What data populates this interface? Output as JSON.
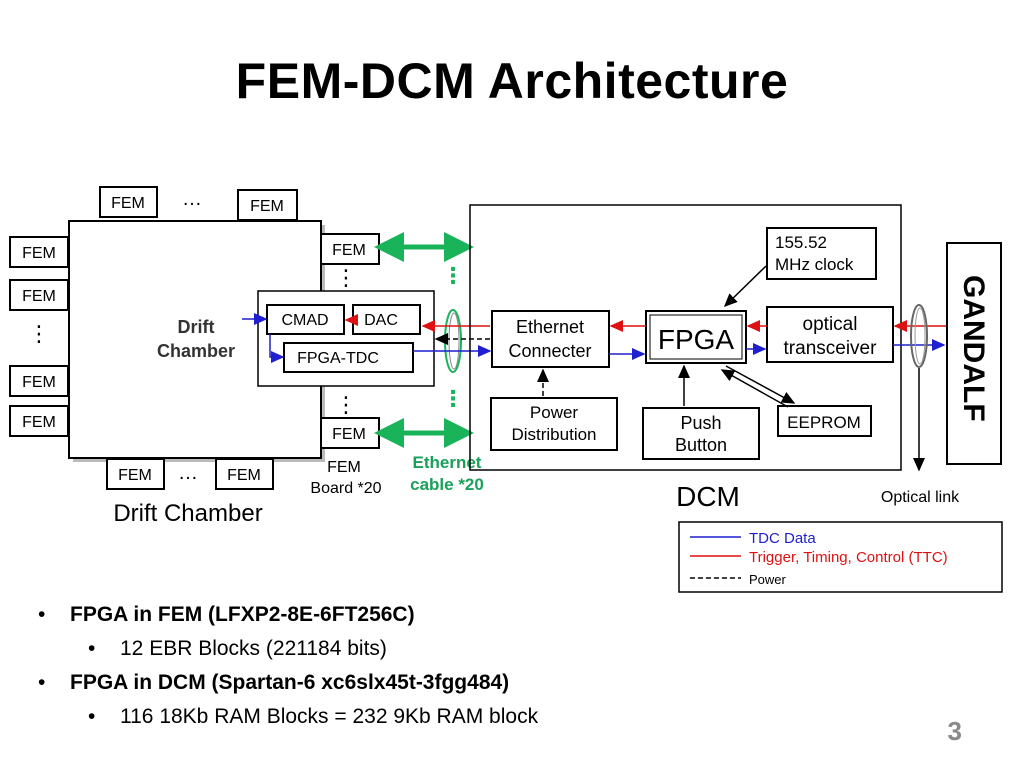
{
  "slide": {
    "title": "FEM-DCM Architecture",
    "page_number": "3"
  },
  "diagram": {
    "fem_label": "FEM",
    "ellipsis": "…",
    "vdots": "⋮",
    "drift_chamber_inner": [
      "Drift",
      "Chamber"
    ],
    "drift_chamber_caption": "Drift Chamber",
    "cmad": "CMAD",
    "dac": "DAC",
    "fpga_tdc": "FPGA-TDC",
    "fem_board_caption": [
      "FEM",
      "Board *20"
    ],
    "ethernet_cable_caption": [
      "Ethernet",
      "cable *20"
    ],
    "ethernet_connecter": [
      "Ethernet",
      "Connecter"
    ],
    "power_distribution": [
      "Power",
      "Distribution"
    ],
    "fpga": "FPGA",
    "clock": [
      "155.52",
      "MHz clock"
    ],
    "optical_transceiver": [
      "optical",
      "transceiver"
    ],
    "push_button": [
      "Push",
      "Button"
    ],
    "eeprom": "EEPROM",
    "dcm_caption": "DCM",
    "gandalf": "GANDALF",
    "optical_link": "Optical link"
  },
  "legend": {
    "items": [
      {
        "label": "TDC Data",
        "color": "#1f1fcf"
      },
      {
        "label": "Trigger, Timing, Control (TTC)",
        "color": "#dd1111"
      },
      {
        "label": "Power",
        "color": "#000000"
      }
    ]
  },
  "colors": {
    "tdc": "#1f1fcf",
    "ttc": "#dd1111",
    "ethernet": "#19b45a",
    "ethernet_text": "#19a05a"
  },
  "bullets": [
    {
      "text": "FPGA in FEM (LFXP2-8E-6FT256C)",
      "level": 1
    },
    {
      "text": "12 EBR Blocks (221184 bits)",
      "level": 2
    },
    {
      "text": "FPGA in DCM (Spartan-6 xc6slx45t-3fgg484)",
      "level": 1
    },
    {
      "text": "116 18Kb RAM Blocks = 232 9Kb RAM block",
      "level": 2
    }
  ]
}
